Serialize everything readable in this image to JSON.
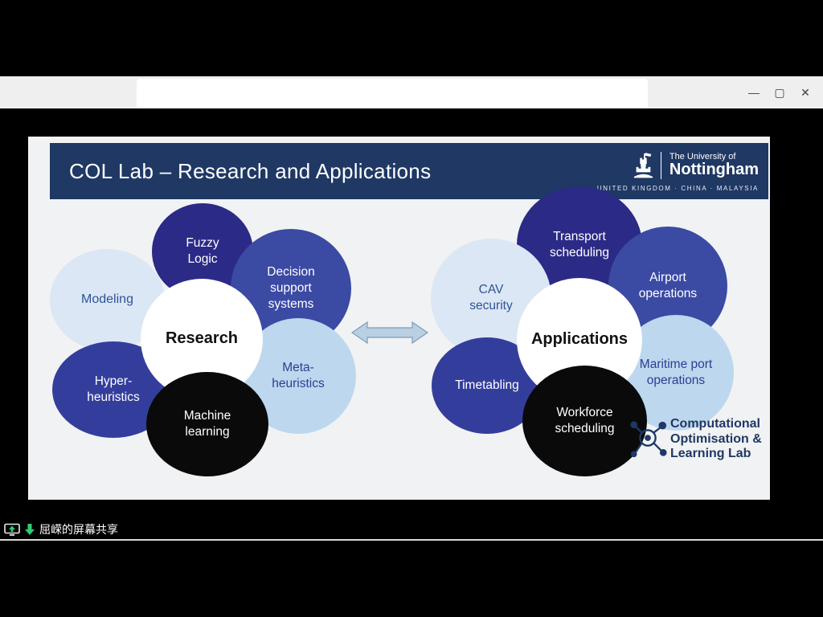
{
  "window": {
    "controls": {
      "minimize": "—",
      "maximize": "▢",
      "close": "✕"
    }
  },
  "statusbar": {
    "share_text": "屈嵘的屏幕共享"
  },
  "slide": {
    "header": {
      "title": "COL Lab – Research and Applications",
      "university": {
        "line1": "The University of",
        "line2": "Nottingham",
        "countries": "UNITED KINGDOM · CHINA · MALAYSIA"
      }
    },
    "research": {
      "center": "Research",
      "fuzzy": "Fuzzy Logic",
      "dss": "Decision support systems",
      "modeling": "Modeling",
      "hyper": "Hyper-heuristics",
      "meta": "Meta-heuristics",
      "machine": "Machine learning"
    },
    "applications": {
      "center": "Applications",
      "transport": "Transport scheduling",
      "airport": "Airport operations",
      "cav": "CAV security",
      "timetabling": "Timetabling",
      "maritime": "Maritime port operations",
      "workforce": "Workforce scheduling"
    },
    "logo": {
      "line1": "Computational",
      "line2": "Optimisation &",
      "line3": "Learning Lab"
    }
  },
  "colors": {
    "header_navy": "#1f3864",
    "dark_indigo": "#2c2a87",
    "medium_blue": "#3b4aa3",
    "royal_blue": "#333e9c",
    "pale_blue": "#dbe7f4",
    "light_blue": "#bdd7ee",
    "black_bubble": "#0a0a0a",
    "arrow_fill": "#b9cfe2",
    "share_green": "#2ecc71"
  }
}
